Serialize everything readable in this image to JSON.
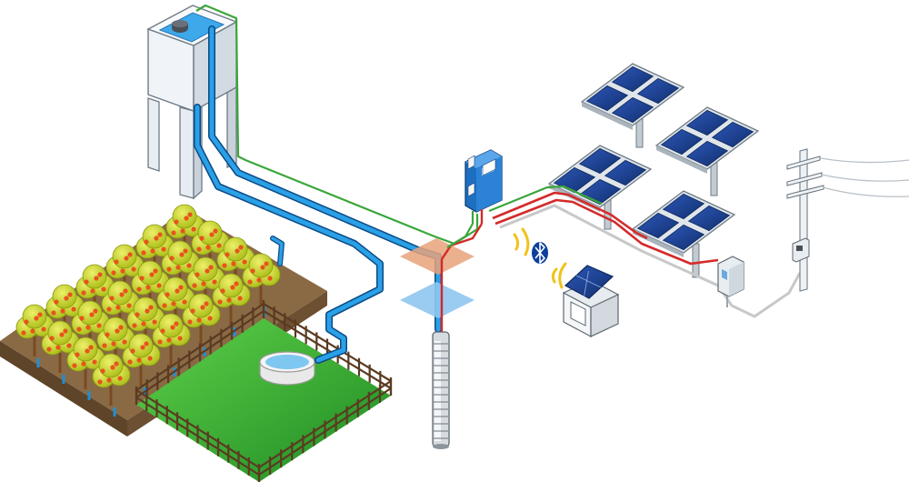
{
  "diagram": {
    "kind": "solar-powered-water-pumping-system",
    "components": [
      {
        "id": "water-tower",
        "icon": "water-tower-icon"
      },
      {
        "id": "orchard",
        "icon": "fruit-tree-icon"
      },
      {
        "id": "pasture",
        "icon": "fenced-field-icon"
      },
      {
        "id": "water-trough",
        "icon": "water-trough-icon"
      },
      {
        "id": "well-interface-top",
        "icon": "ground-layer-icon"
      },
      {
        "id": "well-interface-water",
        "icon": "water-table-icon"
      },
      {
        "id": "submersible-pump",
        "icon": "submersible-pump-icon"
      },
      {
        "id": "pump-controller",
        "icon": "inverter-controller-icon"
      },
      {
        "id": "bluetooth-link",
        "icon": "bluetooth-icon"
      },
      {
        "id": "remote-station",
        "icon": "solar-monitoring-station-icon"
      },
      {
        "id": "solar-array",
        "icon": "solar-panel-icon",
        "count": 4
      },
      {
        "id": "grid-switch-box",
        "icon": "electrical-box-icon"
      },
      {
        "id": "utility-pole",
        "icon": "utility-pole-icon"
      }
    ],
    "colors": {
      "water_pipe": "#1f8fd6",
      "water_pipe_outline": "#0b4a86",
      "signal_line": "#3aa63a",
      "power_line": "#d42a2a",
      "grid_line": "#c8c8c8",
      "panel_cell": "#1c3f8f",
      "tree_foliage": "#c9d92a",
      "fruit": "#e8541c",
      "grass": "#3fb43a",
      "soil": "#7a5a3a",
      "wireless_waves": "#f1c21b"
    }
  }
}
